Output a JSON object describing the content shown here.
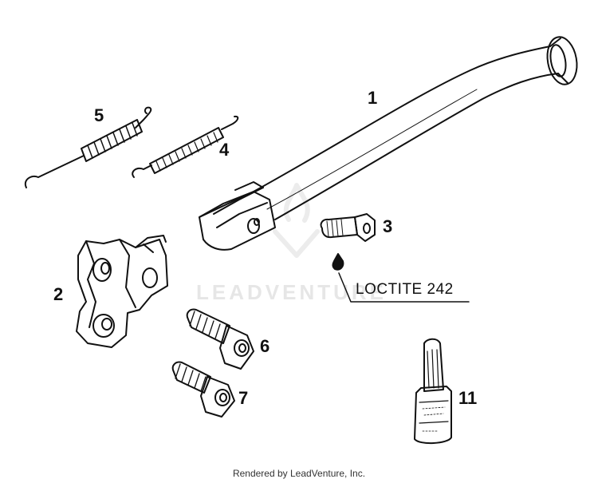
{
  "diagram": {
    "callouts": {
      "kickstand": "1",
      "bracket": "2",
      "bolt_small": "3",
      "spring_long": "4",
      "spring_short": "5",
      "bolt_6": "6",
      "bolt_7": "7",
      "loctite_bottle": "11"
    },
    "annotation": "LOCTITE 242",
    "watermark": "LEADVENTURE",
    "footer": "Rendered by LeadVenture, Inc."
  },
  "colors": {
    "ink": "#111111",
    "watermark": "#e6e6e6"
  }
}
